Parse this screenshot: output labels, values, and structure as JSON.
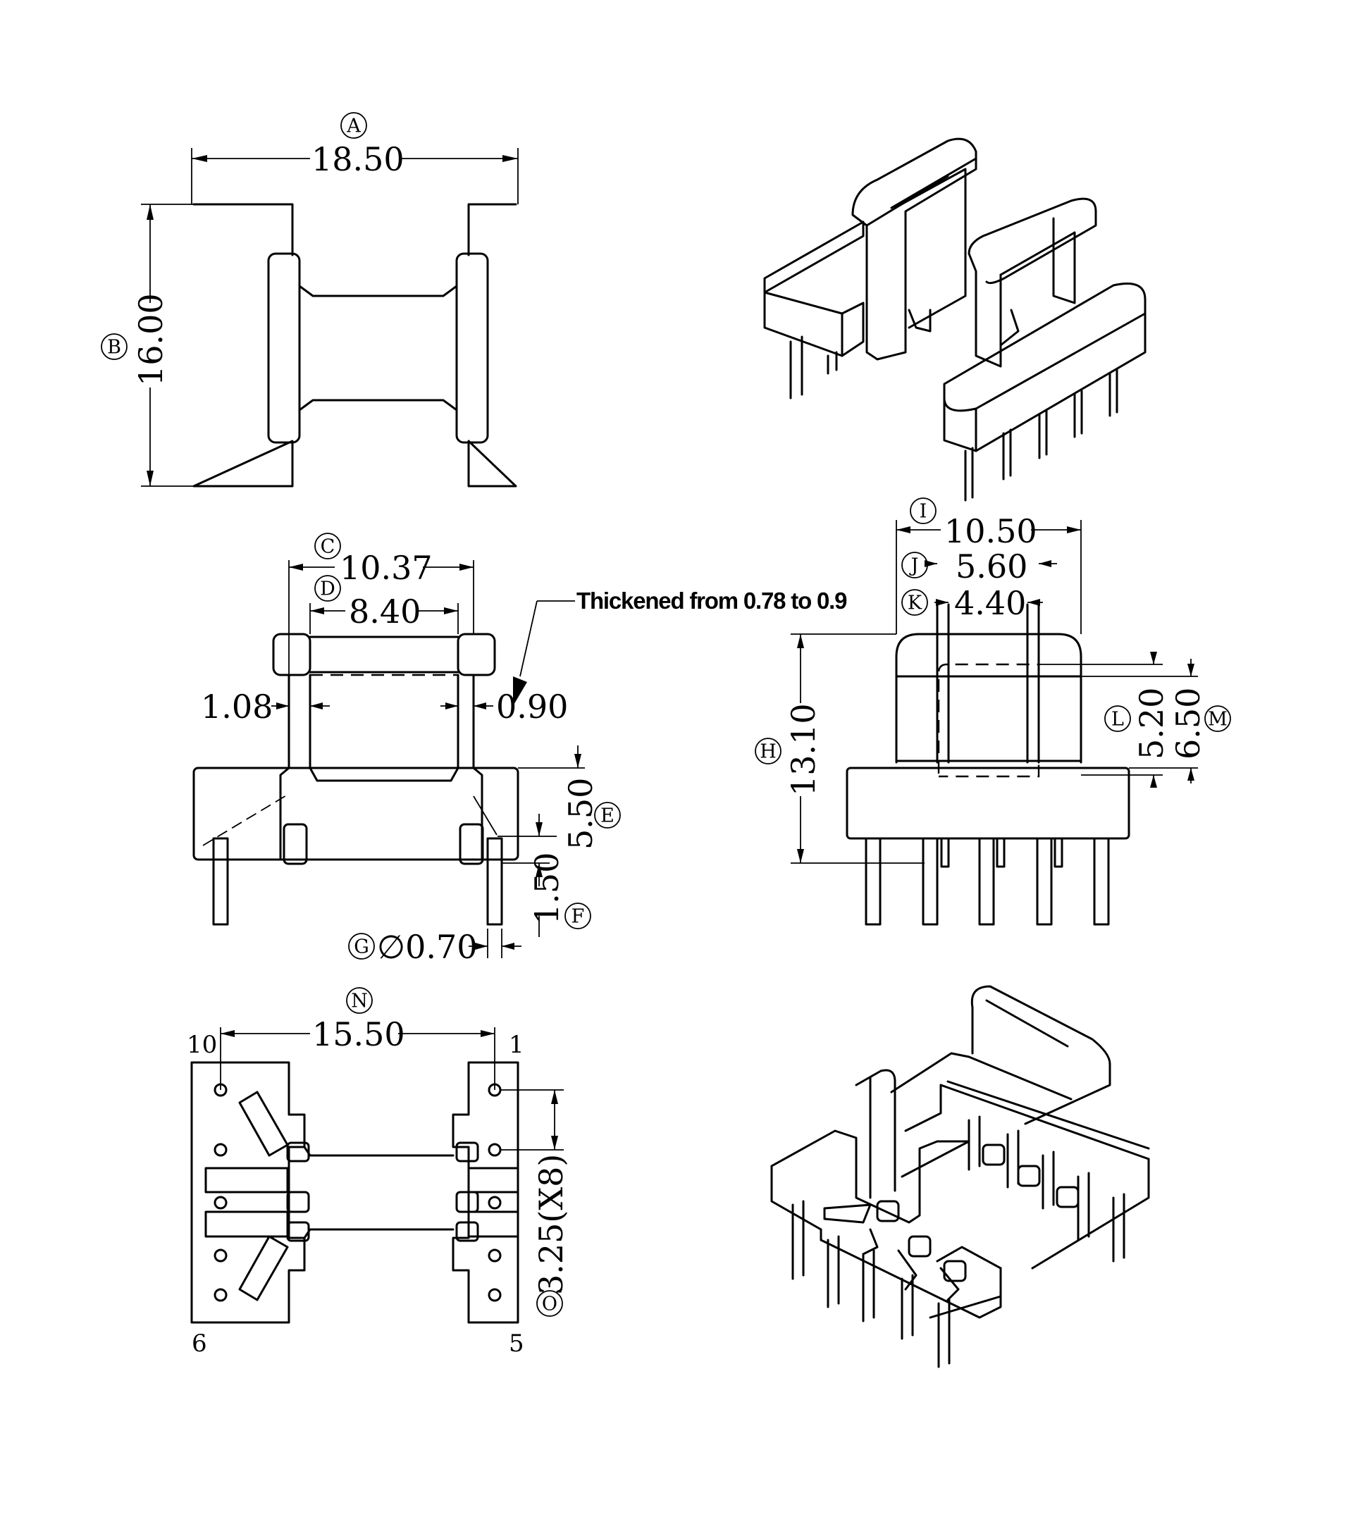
{
  "note": "Thickened from 0.78 to 0.9",
  "dims": {
    "A": {
      "letter": "A",
      "value": "18.50"
    },
    "B": {
      "letter": "B",
      "value": "16.00"
    },
    "C": {
      "letter": "C",
      "value": "10.37"
    },
    "D": {
      "letter": "D",
      "value": "8.40"
    },
    "wall_left": "1.08",
    "wall_right": "0.90",
    "E": {
      "letter": "E",
      "value": "5.50"
    },
    "F": {
      "letter": "F",
      "value": "1.50"
    },
    "G": {
      "letter": "G",
      "value": "∅0.70"
    },
    "H": {
      "letter": "H",
      "value": "13.10"
    },
    "I": {
      "letter": "I",
      "value": "10.50"
    },
    "J": {
      "letter": "J",
      "value": "5.60"
    },
    "K": {
      "letter": "K",
      "value": "4.40"
    },
    "L": {
      "letter": "L",
      "value": "5.20"
    },
    "M": {
      "letter": "M",
      "value": "6.50"
    },
    "N": {
      "letter": "N",
      "value": "15.50"
    },
    "O": {
      "letter": "O",
      "value": "3.25(X8)"
    }
  },
  "pins": {
    "p10": "10",
    "p1": "1",
    "p6": "6",
    "p5": "5"
  }
}
